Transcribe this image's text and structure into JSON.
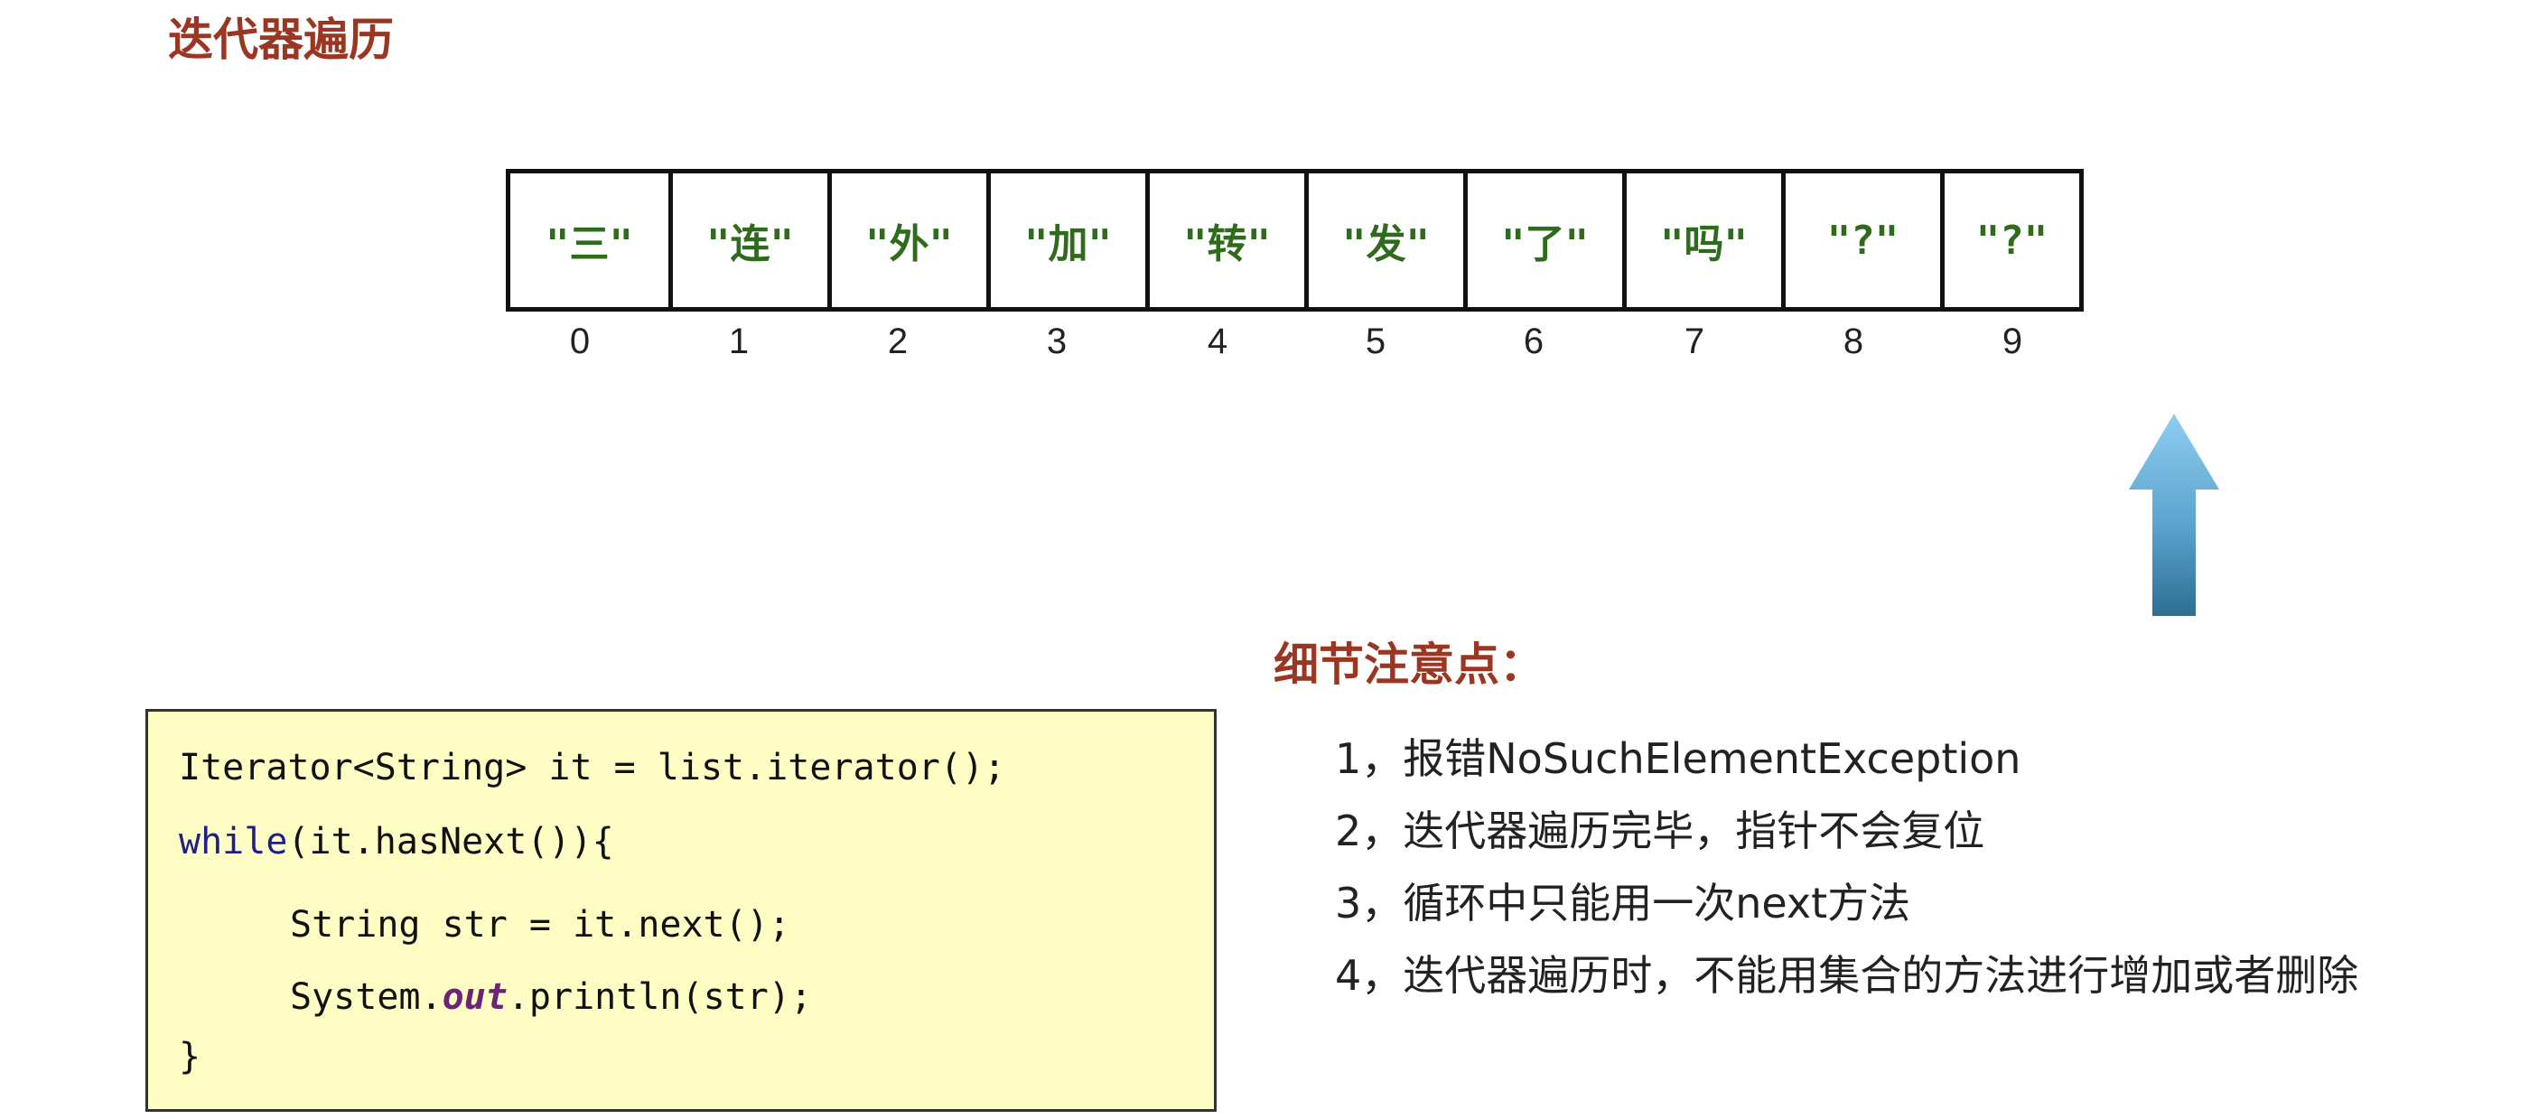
{
  "title": "迭代器遍历",
  "array": {
    "cells": [
      "\"三\"",
      "\"连\"",
      "\"外\"",
      "\"加\"",
      "\"转\"",
      "\"发\"",
      "\"了\"",
      "\"吗\"",
      "\"?\"",
      "\"?\""
    ],
    "indices": [
      "0",
      "1",
      "2",
      "3",
      "4",
      "5",
      "6",
      "7",
      "8",
      "9"
    ],
    "cell_text_color": "#2e6b1b"
  },
  "arrow": {
    "icon": "up-arrow-icon",
    "color": "#6db6e0"
  },
  "notes": {
    "title": "细节注意点：",
    "items": [
      "1，报错NoSuchElementException",
      "2，迭代器遍历完毕，指针不会复位",
      "3，循环中只能用一次next方法",
      "4，迭代器遍历时，不能用集合的方法进行增加或者删除"
    ]
  },
  "code": {
    "line1": "Iterator<String> it = list.iterator();",
    "line2_kw": "while",
    "line2_rest": "(it.hasNext()){",
    "line3": "String str = it.next();",
    "line4_a": "System.",
    "line4_field": "out",
    "line4_b": ".println(str);",
    "line5": "}"
  },
  "colors": {
    "heading": "#9b3622",
    "code_background": "#fdfdc4",
    "keyword": "#1f1f8c",
    "field": "#6a2478"
  }
}
